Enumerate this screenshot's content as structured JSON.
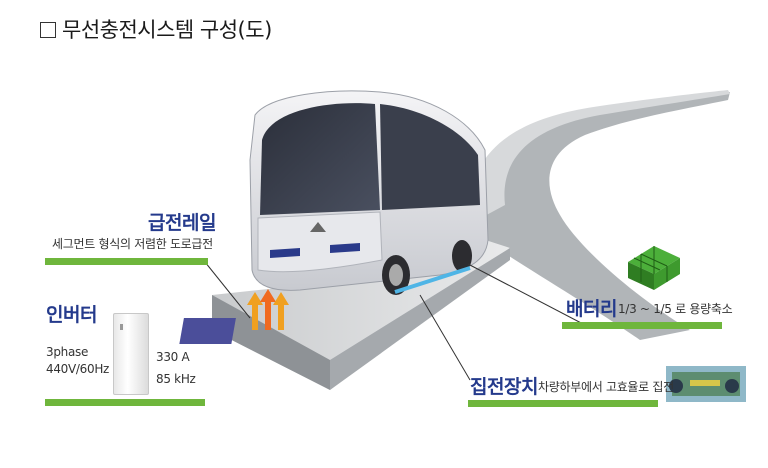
{
  "title": "무선충전시스템 구성(도)",
  "labels": {
    "rail_head": "급전레일",
    "rail_desc": "세그먼트 형식의 저렴한 도로급전",
    "inverter_head": "인버터",
    "inverter_spec1": "3phase",
    "inverter_spec2": "440V/60Hz",
    "inverter_current": "330 A",
    "inverter_freq": "85 kHz",
    "battery_head": "배터리",
    "battery_desc": "1/3 ~ 1/5 로 용량축소",
    "pickup_head": "집전장치",
    "pickup_desc": "차량하부에서 고효율로 집전"
  },
  "colors": {
    "accent_blue": "#243a8c",
    "accent_green": "#6fb63c",
    "road": "#b9bcbf",
    "arrow": "#f0a020"
  },
  "icons": {
    "bus": "electric-bus-icon",
    "battery": "battery-pack-icon",
    "inverter": "inverter-cabinet-icon",
    "pickup": "pickup-device-icon",
    "arrows": "power-transfer-arrows-icon"
  }
}
